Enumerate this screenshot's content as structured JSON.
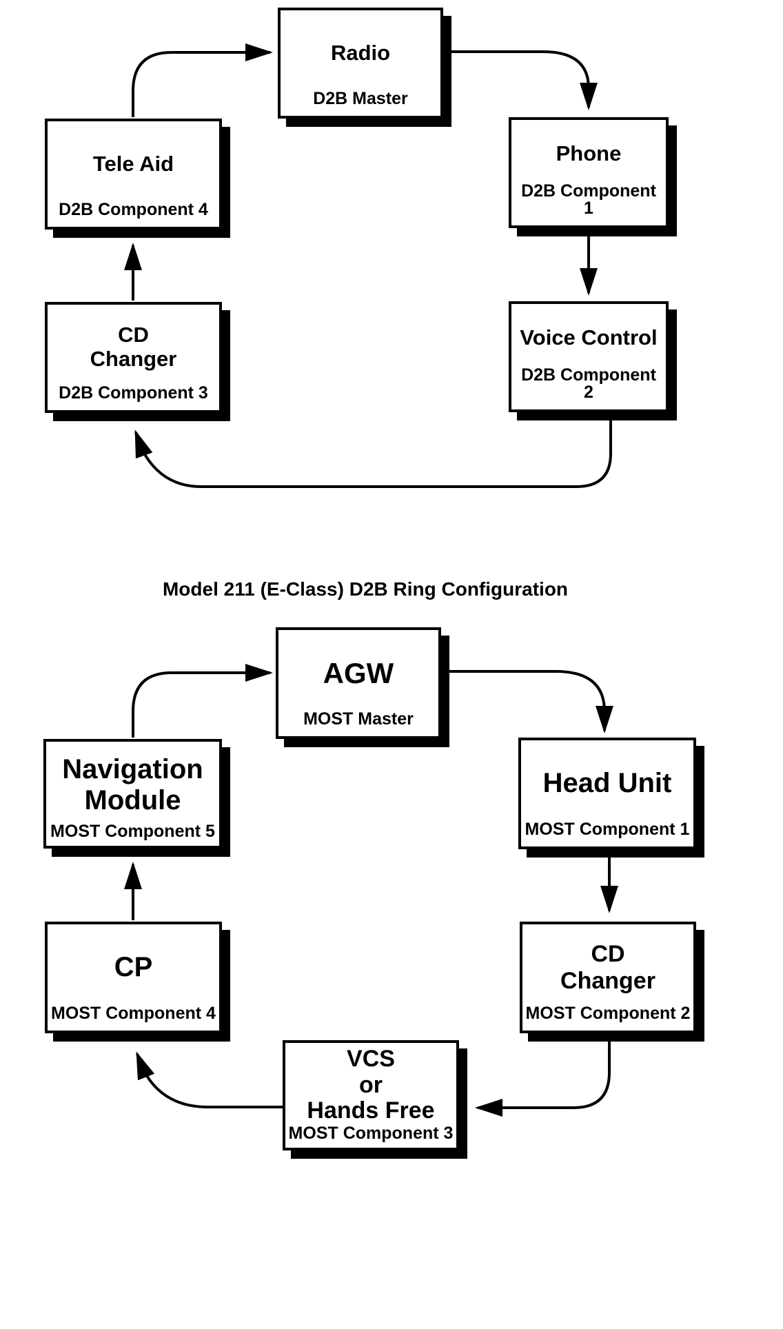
{
  "page": {
    "ink_color": "#000000",
    "paper_color": "#ffffff"
  },
  "caption": "Model 211 (E-Class) D2B Ring Configuration",
  "d2b_ring": {
    "nodes": [
      {
        "id": "radio",
        "title": "Radio",
        "subtitle": "D2B Master"
      },
      {
        "id": "phone",
        "title": "Phone",
        "subtitle": "D2B Component 1"
      },
      {
        "id": "voice-control",
        "title": "Voice Control",
        "subtitle": "D2B Component 2"
      },
      {
        "id": "cd-changer",
        "title": "CD\nChanger",
        "subtitle": "D2B Component 3"
      },
      {
        "id": "tele-aid",
        "title": "Tele Aid",
        "subtitle": "D2B Component 4"
      }
    ]
  },
  "most_ring": {
    "nodes": [
      {
        "id": "agw",
        "title": "AGW",
        "subtitle": "MOST Master"
      },
      {
        "id": "head-unit",
        "title": "Head Unit",
        "subtitle": "MOST Component 1"
      },
      {
        "id": "cd-changer",
        "title": "CD\nChanger",
        "subtitle": "MOST Component 2"
      },
      {
        "id": "vcs",
        "title": "VCS\nor\nHands Free",
        "subtitle": "MOST Component 3"
      },
      {
        "id": "cp",
        "title": "CP",
        "subtitle": "MOST Component 4"
      },
      {
        "id": "navigation-module",
        "title": "Navigation\nModule",
        "subtitle": "MOST Component 5"
      }
    ]
  }
}
